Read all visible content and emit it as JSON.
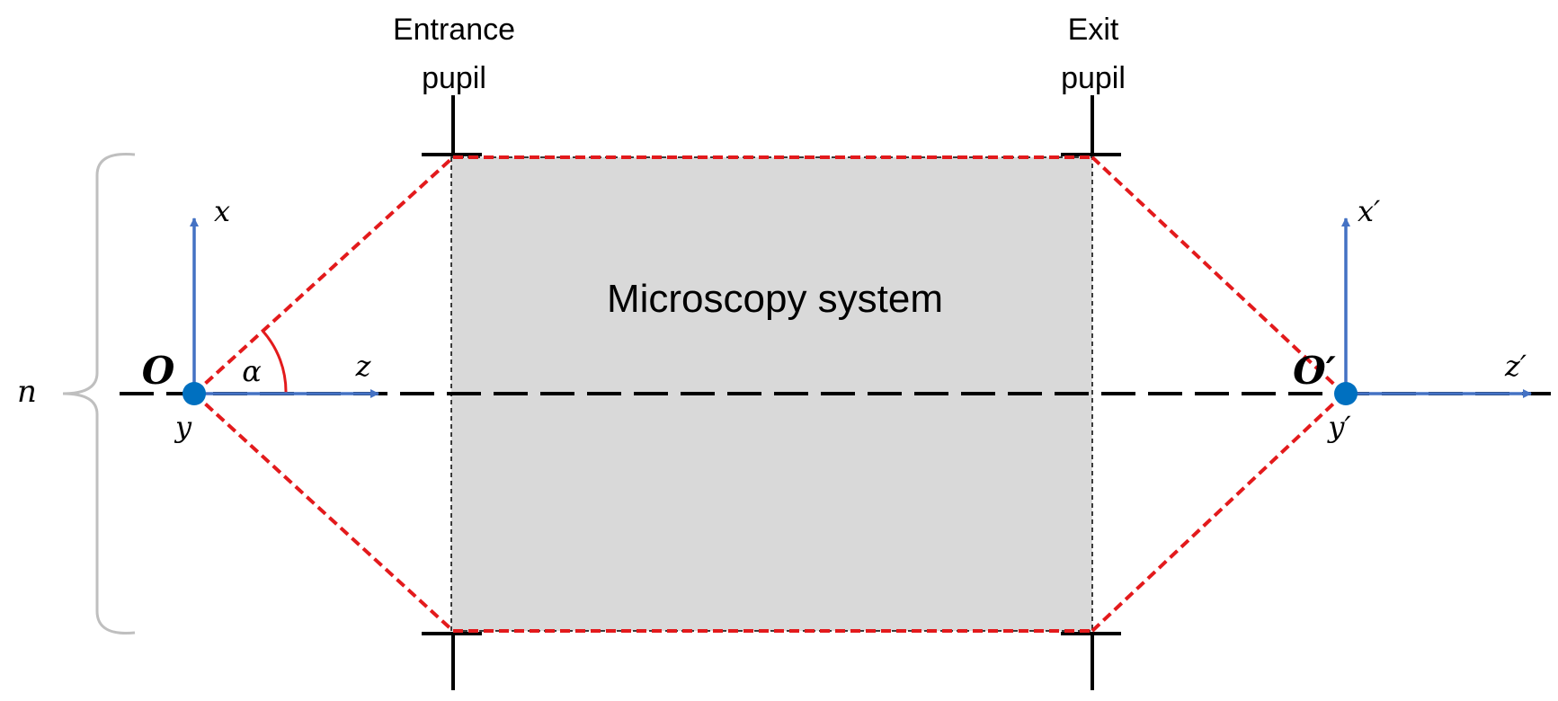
{
  "labels": {
    "entrance_pupil_line1": "Entrance",
    "entrance_pupil_line2": "pupil",
    "exit_pupil_line1": "Exit",
    "exit_pupil_line2": "pupil",
    "system": "Microscopy system",
    "object_origin": "O",
    "image_origin": "O′",
    "x_axis": "x",
    "y_axis": "y",
    "z_axis": "z",
    "x_prime_axis": "x′",
    "y_prime_axis": "y′",
    "z_prime_axis": "z′",
    "angle": "α",
    "refractive_index": "n"
  },
  "colors": {
    "axis_blue": "#4472C4",
    "origin_blue": "#0070C0",
    "ray_red": "#E31A1C",
    "system_gray": "#D9D9D9",
    "bracket_gray": "#BFBFBF",
    "line_black": "#000000"
  }
}
